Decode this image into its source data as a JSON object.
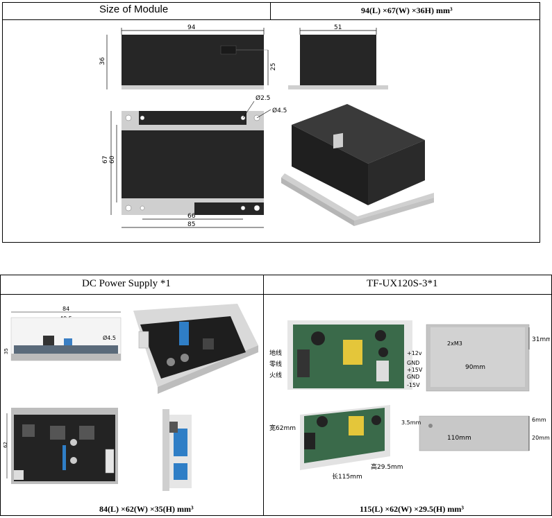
{
  "module_table": {
    "header_label": "Size of Module",
    "header_spec": "94(L) ×67(W) ×36H) mm³",
    "drawing": {
      "top_view": {
        "length": "94",
        "height": "36",
        "inner_height": "25"
      },
      "side_view": {
        "width": "51"
      },
      "plan_view": {
        "width": "67",
        "inner_width": "60",
        "hole_span": "66",
        "overall_length": "85",
        "small_hole": "Ø2.5",
        "large_hole": "Ø4.5"
      }
    }
  },
  "power_table": {
    "left_header": "DC Power Supply *1",
    "right_header": "TF-UX120S-3*1",
    "left_spec": "84(L) ×62(W) ×35(H) mm³",
    "right_spec": "115(L) ×62(W) ×29.5(H) mm³",
    "left_drawing": {
      "length": "84",
      "span": "49.5",
      "hole": "Ø4.5",
      "height": "35",
      "width": "62"
    },
    "right_labels": {
      "live_wire": "地线",
      "neutral_wire": "零线",
      "fire_wire": "火线",
      "plus12": "+12v",
      "gnd1": "GND",
      "plus15": "+15V",
      "gnd2": "GND",
      "minus15": "-15V",
      "screw": "2xM3",
      "len90": "90mm",
      "h31": "31mm",
      "width62": "宽62mm",
      "height295": "高29.5mm",
      "len115": "长115mm",
      "d35": "3.5mm",
      "d6": "6mm",
      "len110": "110mm",
      "h20": "20mm"
    }
  },
  "colors": {
    "line": "#000000",
    "device_dark": "#2b2b2b",
    "board_green": "#3a6a4a",
    "metal": "#c8c8c8"
  }
}
